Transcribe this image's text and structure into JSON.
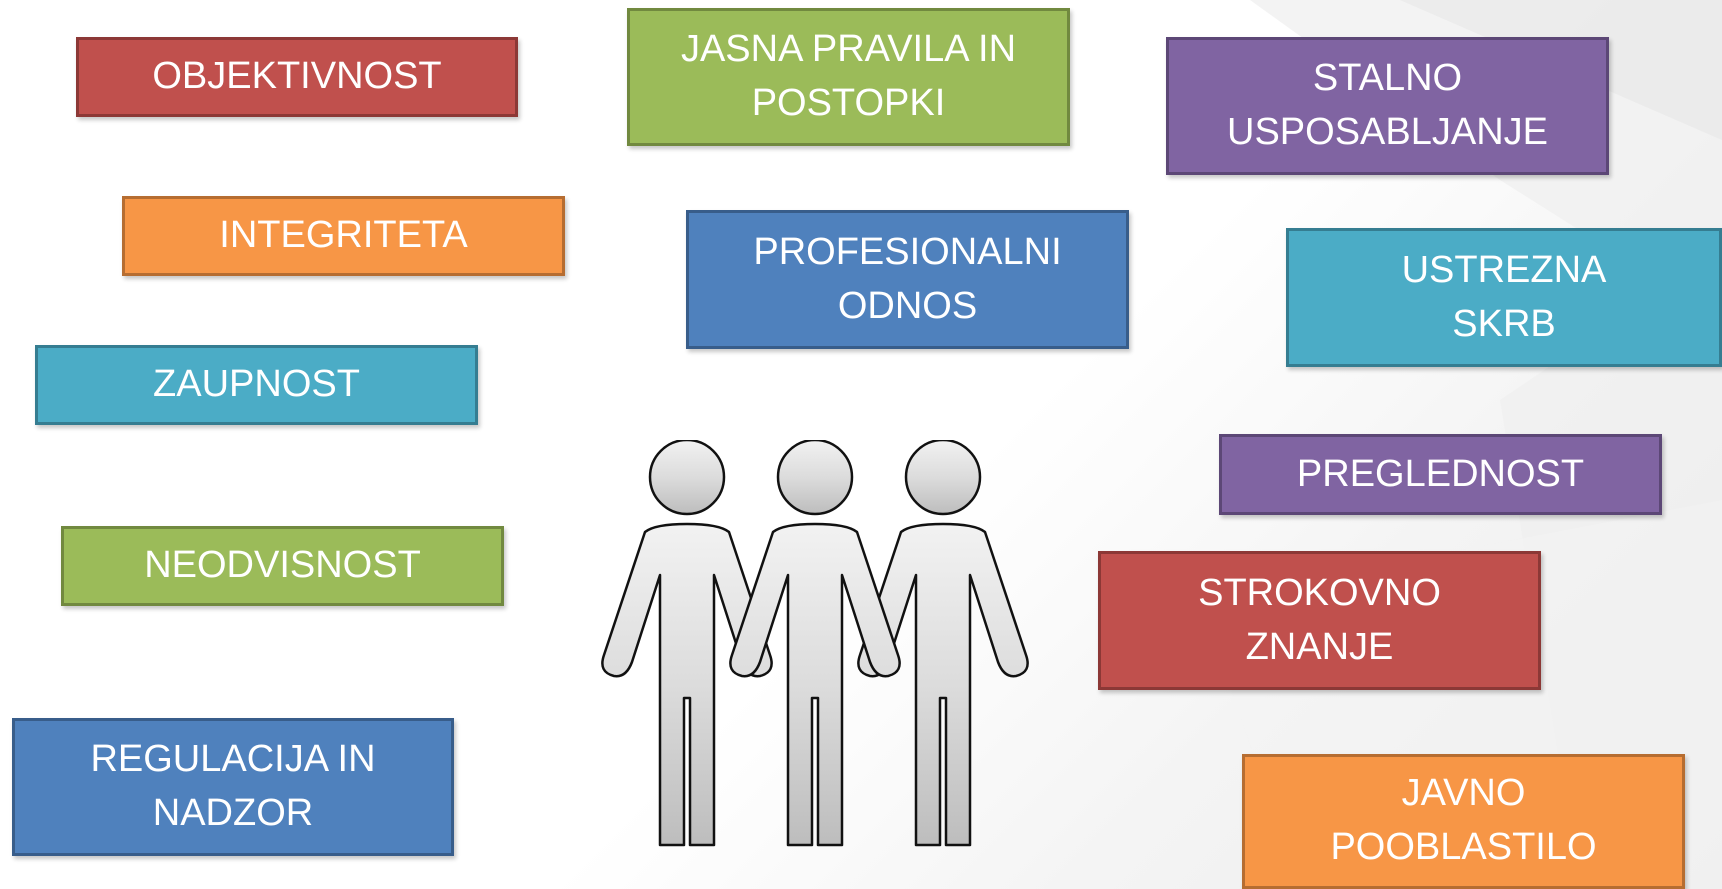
{
  "slide": {
    "boxes": {
      "objektivnost": "OBJEKTIVNOST",
      "jasna_pravila": "JASNA PRAVILA IN\nPOSTOPKI",
      "stalno_usposabljanje": "STALNO\nUSPOSABLJANJE",
      "integriteta": "INTEGRITETA",
      "profesionalni_odnos": "PROFESIONALNI\nODNOS",
      "ustrezna_skrb": "USTREZNA\nSKRB",
      "zaupnost": "ZAUPNOST",
      "preglednost": "PREGLEDNOST",
      "neodvisnost": "NEODVISNOST",
      "strokovno_znanje": "STROKOVNO\nZNANJE",
      "regulacija_in_nadzor": "REGULACIJA IN\nNADZOR",
      "javno_pooblastilo": "JAVNO\nPOOBLASTILO"
    },
    "colors": {
      "red": "#c0504d",
      "green": "#9bbb59",
      "purple": "#8064a2",
      "orange": "#f79646",
      "blue": "#4f81bd",
      "teal": "#4bacc6"
    },
    "center_icon": "group-of-three-people-icon"
  }
}
